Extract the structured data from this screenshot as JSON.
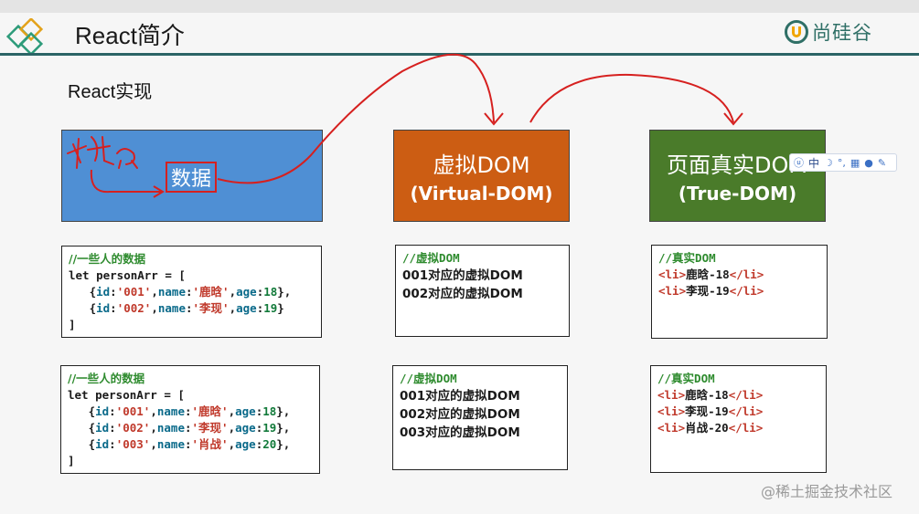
{
  "slide": {
    "title": "React简介",
    "subtitle": "React实现",
    "brand": "尚硅谷"
  },
  "diagram": {
    "state_box": {
      "annotation": "状态",
      "label": "数据",
      "color": "#4f8fd4"
    },
    "virtual_box": {
      "line1": "虚拟DOM",
      "line2": "(Virtual-DOM)",
      "color": "#cc5d13"
    },
    "true_box": {
      "line1": "页面真实DOM",
      "line2": "(True-DOM)",
      "color": "#4a7b2a"
    }
  },
  "code": {
    "data1": {
      "comment": "//一些人的数据",
      "decl": "let personArr = [",
      "rows": [
        {
          "id": "'001'",
          "name": "'鹿晗'",
          "age": "18"
        },
        {
          "id": "'002'",
          "name": "'李现'",
          "age": "19"
        }
      ],
      "close": "]"
    },
    "data2": {
      "comment": "//一些人的数据",
      "decl": "let personArr = [",
      "rows": [
        {
          "id": "'001'",
          "name": "'鹿晗'",
          "age": "18"
        },
        {
          "id": "'002'",
          "name": "'李现'",
          "age": "19"
        },
        {
          "id": "'003'",
          "name": "'肖战'",
          "age": "20"
        }
      ],
      "close": "]"
    },
    "virtual1": {
      "comment": "//虚拟DOM",
      "lines": [
        "001对应的虚拟DOM",
        "002对应的虚拟DOM"
      ]
    },
    "virtual2": {
      "comment": "//虚拟DOM",
      "lines": [
        "001对应的虚拟DOM",
        "002对应的虚拟DOM",
        "003对应的虚拟DOM"
      ]
    },
    "true1": {
      "comment": "//真实DOM",
      "items": [
        "鹿晗-18",
        "李现-19"
      ]
    },
    "true2": {
      "comment": "//真实DOM",
      "items": [
        "鹿晗-18",
        "李现-19",
        "肖战-20"
      ]
    },
    "li_open": "<li>",
    "li_close": "</li>"
  },
  "ime_toolbar": {
    "mode": "中"
  },
  "watermark": "@稀土掘金技术社区",
  "colors": {
    "title_bar": "#2b6466",
    "annotation": "#d6201f"
  }
}
